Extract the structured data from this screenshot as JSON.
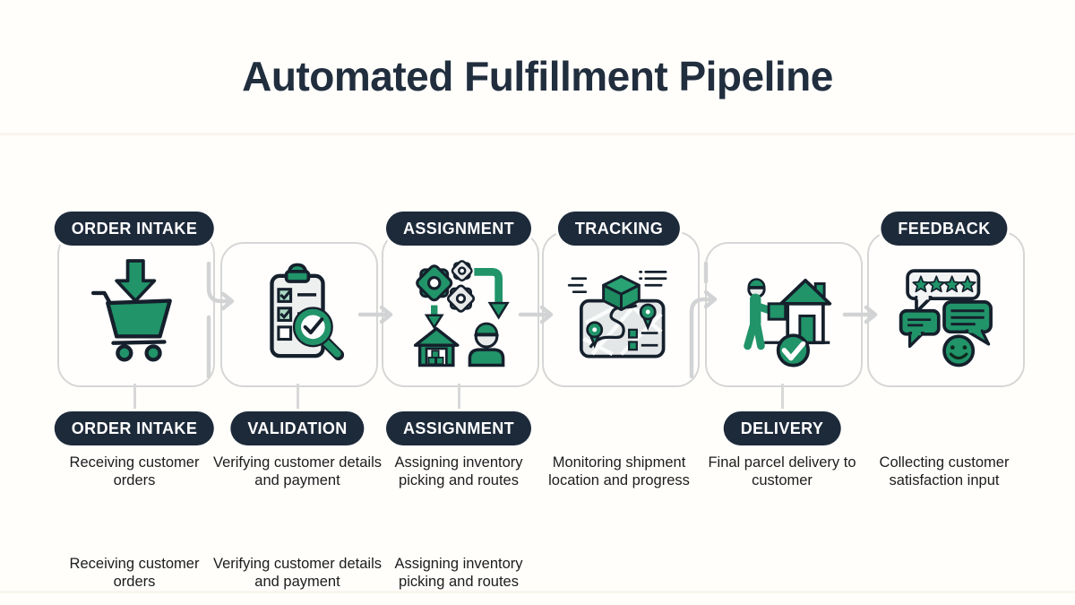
{
  "title": "Automated Fulfillment Pipeline",
  "colors": {
    "accent_green": "#219469",
    "light_green": "#a9d8c2",
    "pill_navy": "#1d2a3a",
    "outline_dark": "#15202c",
    "box_border": "#d6d6d6",
    "title_text": "#212e3e"
  },
  "stages": [
    {
      "name": "order-intake",
      "top_label": "ORDER INTAKE",
      "bottom_label": "ORDER INTAKE",
      "description": "Receiving customer orders",
      "icon": "cart-download-icon"
    },
    {
      "name": "validation",
      "bottom_label": "VALIDATION",
      "description": "Verifying customer details and payment",
      "icon": "clipboard-check-magnifier-icon"
    },
    {
      "name": "assignment",
      "top_label": "ASSIGNMENT",
      "bottom_label": "ASSIGNMENT",
      "description": "Assigning inventory picking and routes",
      "icon": "gears-warehouse-worker-icon"
    },
    {
      "name": "tracking",
      "top_label": "TRACKING",
      "description": "Monitoring shipment location and progress",
      "icon": "map-route-pins-package-icon"
    },
    {
      "name": "delivery",
      "bottom_label": "DELIVERY",
      "description": "Final parcel delivery to customer",
      "icon": "courier-house-check-icon"
    },
    {
      "name": "feedback",
      "top_label": "FEEDBACK",
      "description": "Collecting customer satisfaction input",
      "icon": "review-bubbles-smiley-icon"
    }
  ],
  "footer_descriptions": [
    "Receiving customer orders",
    "Verifying customer details and payment",
    "Assigning inventory picking and routes"
  ]
}
